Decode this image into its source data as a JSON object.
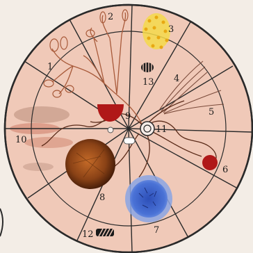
{
  "diagram": {
    "labels": [
      {
        "id": "1",
        "text": "1"
      },
      {
        "id": "2",
        "text": "2"
      },
      {
        "id": "3",
        "text": "3"
      },
      {
        "id": "4",
        "text": "4"
      },
      {
        "id": "5",
        "text": "5"
      },
      {
        "id": "6",
        "text": "6"
      },
      {
        "id": "7",
        "text": "7"
      },
      {
        "id": "8",
        "text": "8"
      },
      {
        "id": "9",
        "text": "9"
      },
      {
        "id": "10",
        "text": "10"
      },
      {
        "id": "11",
        "text": "11"
      },
      {
        "id": "12",
        "text": "12"
      },
      {
        "id": "13",
        "text": "13"
      }
    ],
    "colors": {
      "disc": "#f0c9b8",
      "outline": "#2a2a2a",
      "red_cell": "#b01818",
      "blue_cell": "#3f63c9",
      "brown_cell": "#7a3a12",
      "yellow_cluster": "#f2cf32",
      "fiber": "#a85a3a"
    }
  }
}
